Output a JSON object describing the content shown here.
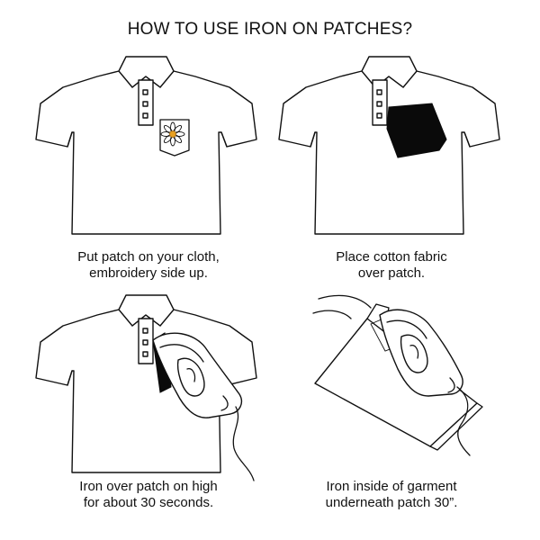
{
  "title": "HOW TO USE IRON ON PATCHES?",
  "steps": [
    {
      "line1": "Put patch on your cloth,",
      "line2": "embroidery side up."
    },
    {
      "line1": "Place cotton fabric",
      "line2": "over patch."
    },
    {
      "line1": "Iron over patch on high",
      "line2": "for about 30 seconds."
    },
    {
      "line1": "Iron inside of garment",
      "line2": "underneath patch 30”."
    }
  ],
  "colors": {
    "ink": "#111111",
    "fabric": "#0a0a0a",
    "background": "#ffffff"
  }
}
